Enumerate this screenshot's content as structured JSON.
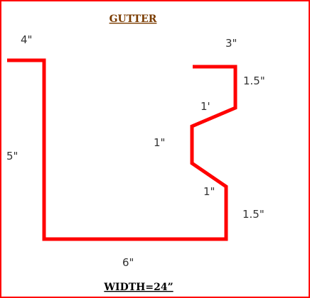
{
  "title": "GUTTER",
  "footer": "WIDTH=24”",
  "dimensions": {
    "top_left": "4\"",
    "top_right": "3\"",
    "right_upper": "1.5\"",
    "diag_upper": "1'",
    "middle": "1\"",
    "diag_lower": "1\"",
    "left": "5\"",
    "right_lower": "1.5\"",
    "bottom": "6\""
  },
  "colors": {
    "frame": "#ff0000",
    "profile_line": "#ff0000",
    "title": "#7a3b00",
    "footer": "#000000",
    "dimension_text": "#333333"
  }
}
